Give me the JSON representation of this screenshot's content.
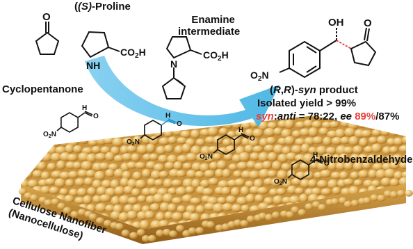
{
  "labels": {
    "cyclopentanone": "Cyclopentanone",
    "proline_prefix": "(S)",
    "proline_suffix": "-Proline",
    "enamine_line1": "Enamine",
    "enamine_line2": "intermediate",
    "product_open": "(",
    "product_r1": "R",
    "product_comma": ",",
    "product_r2": "R",
    "product_close": ")-",
    "product_syn": "syn",
    "product_word": " product",
    "yield": "Isolated yield > 99%",
    "ratio_syn": "syn",
    "ratio_colon": ":",
    "ratio_anti": "anti",
    "ratio_value": " = 78:22, ",
    "ee_label": "ee",
    "ee_space": " ",
    "ee_major": "89%",
    "ee_minor": "/87%",
    "nitrobenzaldehyde": "4-Nitrobenzaldehyde",
    "substrate_line1": "Cellulose Nanofiber",
    "substrate_line2": "(Nanocellulose)"
  },
  "atoms": {
    "O": "O",
    "N": "N",
    "NH": "NH",
    "OH": "OH",
    "H": "H",
    "CO2H_main": "CO",
    "CO2H_sub": "2",
    "CO2H_end": "H",
    "NO2_main": "O",
    "NO2_sub": "2",
    "NO2_end": "N"
  },
  "colors": {
    "arrow": "#5bbde6",
    "cellulose_light": "#f2d590",
    "cellulose_mid": "#d9a64c",
    "cellulose_dark": "#a86e1e",
    "highlight": "#e8413a"
  }
}
